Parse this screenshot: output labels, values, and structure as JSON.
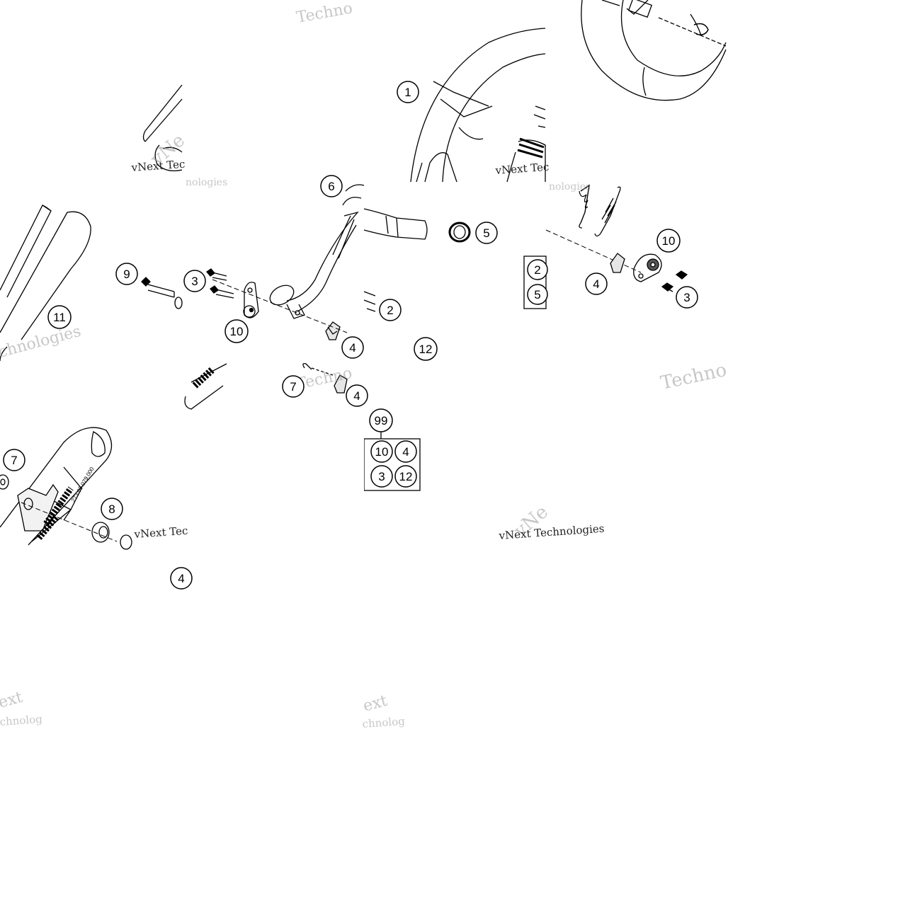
{
  "watermark": {
    "line1": "vNext Technologies",
    "fragments": [
      "Techno",
      "vNext Tec",
      "vNext Tec",
      "nologies",
      "nologies",
      "chnologies",
      "Techno",
      "vNext Tec",
      "ext",
      "chnolog",
      "ext",
      "chnolog",
      "Techno",
      "vNe",
      "vNe"
    ]
  },
  "callouts": [
    {
      "id": "c1",
      "label": "1"
    },
    {
      "id": "c2",
      "label": "2"
    },
    {
      "id": "c3a",
      "label": "3"
    },
    {
      "id": "c3b",
      "label": "3"
    },
    {
      "id": "c4a",
      "label": "4"
    },
    {
      "id": "c4b",
      "label": "4"
    },
    {
      "id": "c4c",
      "label": "4"
    },
    {
      "id": "c4d",
      "label": "4"
    },
    {
      "id": "c5",
      "label": "5"
    },
    {
      "id": "c6",
      "label": "6"
    },
    {
      "id": "c7a",
      "label": "7"
    },
    {
      "id": "c7b",
      "label": "7"
    },
    {
      "id": "c8",
      "label": "8"
    },
    {
      "id": "c9",
      "label": "9"
    },
    {
      "id": "c10a",
      "label": "10"
    },
    {
      "id": "c10b",
      "label": "10"
    },
    {
      "id": "c11",
      "label": "11"
    },
    {
      "id": "c12",
      "label": "12"
    },
    {
      "id": "c99",
      "label": "99"
    }
  ],
  "kit_box_right": [
    "2",
    "5"
  ],
  "kit_box_99": [
    "10",
    "4",
    "3",
    "12"
  ],
  "muffler_marking": "273.05.079.000"
}
